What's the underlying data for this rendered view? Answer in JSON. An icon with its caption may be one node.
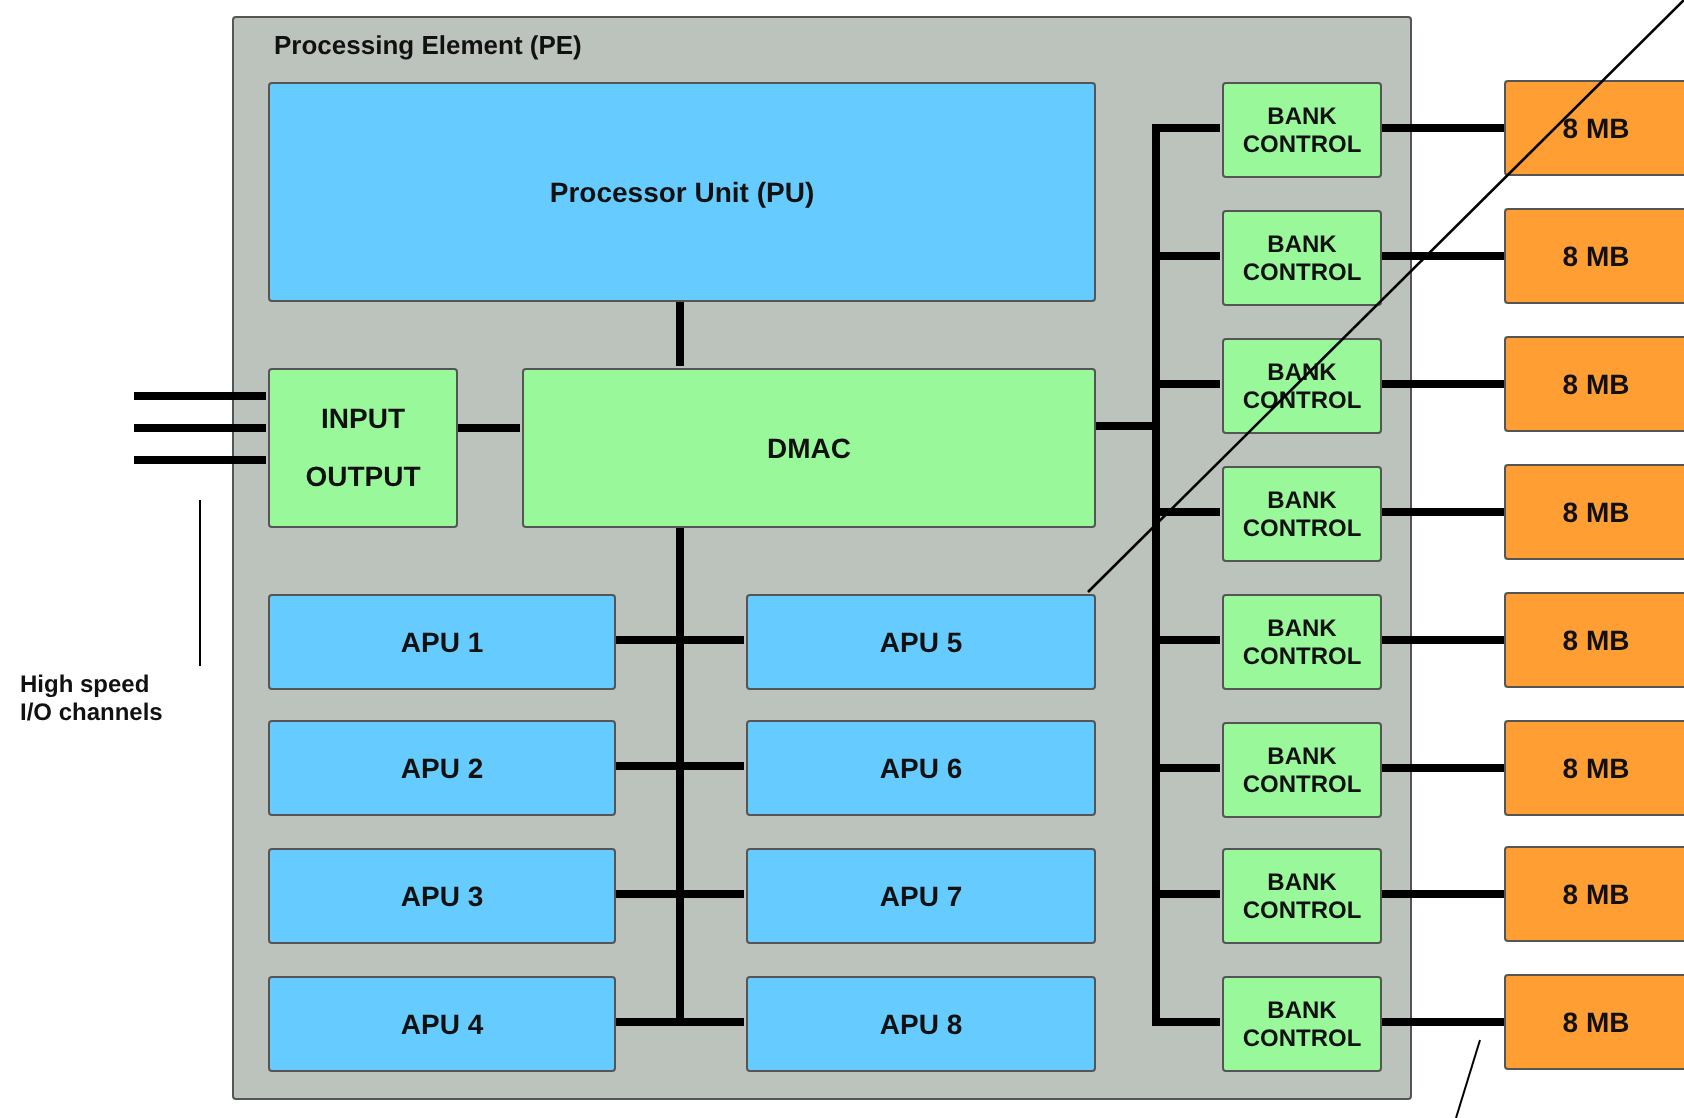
{
  "diagram": {
    "nodes": [
      {
        "text": [
          "Processing Element (PE)"
        ]
      },
      {
        "text": [
          "Processor Unit (PU)"
        ],
        "in": 0
      },
      {
        "text": [
          "INPUT",
          "OUTPUT"
        ],
        "in": 0
      },
      {
        "text": [
          "DMAC"
        ],
        "in": 0
      },
      {
        "text": [
          "APU 1"
        ],
        "in": 0
      },
      {
        "text": [
          "APU 5"
        ],
        "in": 0
      },
      {
        "text": [
          "APU 2"
        ],
        "in": 0
      },
      {
        "text": [
          "APU 6"
        ],
        "in": 0
      },
      {
        "text": [
          "APU 3"
        ],
        "in": 0
      },
      {
        "text": [
          "APU 7"
        ],
        "in": 0
      },
      {
        "text": [
          "APU 4"
        ],
        "in": 0
      },
      {
        "text": [
          "APU 8"
        ],
        "in": 0
      },
      {
        "text": [
          "BANK CONTROL"
        ],
        "in": 0
      },
      {
        "text": [
          "BANK CONTROL"
        ],
        "in": 0
      },
      {
        "text": [
          "BANK CONTROL"
        ],
        "in": 0
      },
      {
        "text": [
          "BANK CONTROL"
        ],
        "in": 0
      },
      {
        "text": [
          "BANK CONTROL"
        ],
        "in": 0
      },
      {
        "text": [
          "BANK CONTROL"
        ],
        "in": 0
      },
      {
        "text": [
          "BANK CONTROL"
        ],
        "in": 0
      },
      {
        "text": [
          "BANK CONTROL"
        ],
        "in": 0
      },
      {
        "text": [
          "8 MB"
        ]
      },
      {
        "text": [
          "8 MB"
        ]
      },
      {
        "text": [
          "8 MB"
        ]
      },
      {
        "text": [
          "8 MB"
        ]
      },
      {
        "text": [
          "8 MB"
        ]
      },
      {
        "text": [
          "8 MB"
        ]
      },
      {
        "text": [
          "8 MB"
        ]
      },
      {
        "text": [
          "8 MB"
        ]
      },
      {
        "text": [
          "High speed I/O channels"
        ]
      }
    ],
    "edges": [
      {
        "from": 1,
        "to": 3,
        "arrow": "none"
      },
      {
        "from": 2,
        "to": 3,
        "arrow": "none"
      },
      {
        "from": 3,
        "to": 4,
        "arrow": "none"
      },
      {
        "from": 3,
        "to": 5,
        "arrow": "none"
      },
      {
        "from": 3,
        "to": 6,
        "arrow": "none"
      },
      {
        "from": 3,
        "to": 7,
        "arrow": "none"
      },
      {
        "from": 3,
        "to": 8,
        "arrow": "none"
      },
      {
        "from": 3,
        "to": 9,
        "arrow": "none"
      },
      {
        "from": 3,
        "to": 10,
        "arrow": "none"
      },
      {
        "from": 3,
        "to": 11,
        "arrow": "none"
      },
      {
        "from": 3,
        "to": 12,
        "arrow": "none"
      },
      {
        "from": 3,
        "to": 13,
        "arrow": "none"
      },
      {
        "from": 3,
        "to": 14,
        "arrow": "none"
      },
      {
        "from": 3,
        "to": 15,
        "arrow": "none"
      },
      {
        "from": 3,
        "to": 16,
        "arrow": "none"
      },
      {
        "from": 3,
        "to": 17,
        "arrow": "none"
      },
      {
        "from": 3,
        "to": 18,
        "arrow": "none"
      },
      {
        "from": 3,
        "to": 19,
        "arrow": "none"
      },
      {
        "from": 12,
        "to": 20,
        "arrow": "none"
      },
      {
        "from": 13,
        "to": 21,
        "arrow": "none"
      },
      {
        "from": 14,
        "to": 22,
        "arrow": "none"
      },
      {
        "from": 15,
        "to": 23,
        "arrow": "none"
      },
      {
        "from": 16,
        "to": 24,
        "arrow": "none"
      },
      {
        "from": 17,
        "to": 25,
        "arrow": "none"
      },
      {
        "from": 18,
        "to": 26,
        "arrow": "none"
      },
      {
        "from": 19,
        "to": 27,
        "arrow": "none"
      },
      {
        "from": null,
        "to": 2,
        "arrow": "none"
      },
      {
        "from": null,
        "to": 2,
        "arrow": "none"
      },
      {
        "from": null,
        "to": 2,
        "arrow": "none"
      },
      {
        "from": 28,
        "to": null,
        "arrow": "none"
      },
      {
        "from": null,
        "to": 5,
        "arrow": "none"
      }
    ]
  }
}
